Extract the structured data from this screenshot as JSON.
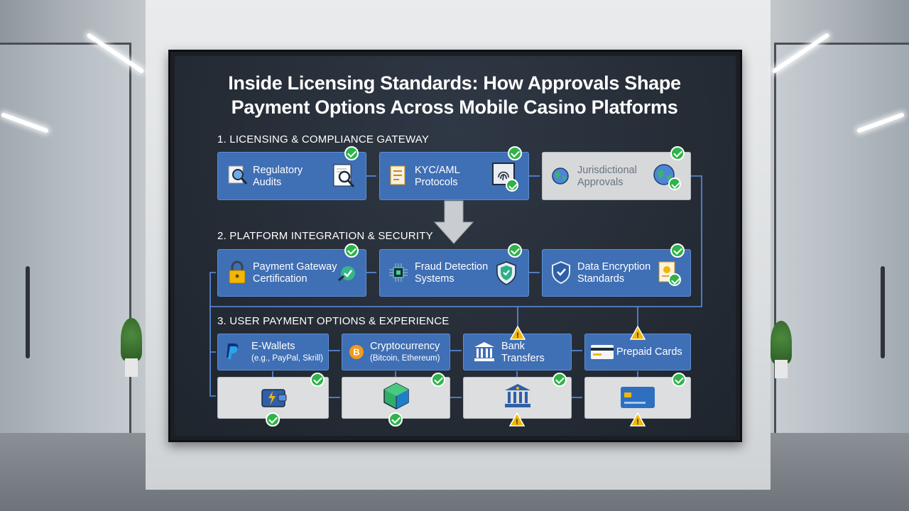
{
  "title": {
    "line1": "Inside Licensing Standards: How Approvals Shape",
    "line2": "Payment Options Across Mobile Casino Platforms"
  },
  "sections": [
    {
      "heading": "1. LICENSING & COMPLIANCE GATEWAY",
      "items": [
        {
          "label_1": "Regulatory",
          "label_2": "Audits",
          "status": "approved",
          "icon": "magnifier-document-icon"
        },
        {
          "label_1": "KYC/AML",
          "label_2": "Protocols",
          "status": "approved",
          "icon": "fingerprint-icon"
        },
        {
          "label_1": "Jurisdictional",
          "label_2": "Approvals",
          "status": "approved",
          "icon": "globe-icon"
        }
      ]
    },
    {
      "heading": "2. PLATFORM INTEGRATION & SECURITY",
      "items": [
        {
          "label_1": "Payment Gateway",
          "label_2": "Certification",
          "status": "approved",
          "icon": "lock-icon"
        },
        {
          "label_1": "Fraud Detection",
          "label_2": "Systems",
          "status": "approved",
          "icon": "shield-icon"
        },
        {
          "label_1": "Data Encryption",
          "label_2": "Standards",
          "status": "approved",
          "icon": "shield-check-icon"
        }
      ]
    },
    {
      "heading": "3. USER PAYMENT OPTIONS & EXPERIENCE",
      "items": [
        {
          "label_1": "E-Wallets",
          "label_2": "(e.g., PayPal, Skrill)",
          "status": "approved",
          "icon": "paypal-icon",
          "tile_icon": "wallet-icon"
        },
        {
          "label_1": "Cryptocurrency",
          "label_2": "(Bitcoin, Ethereum)",
          "status": "approved",
          "icon": "bitcoin-icon",
          "tile_icon": "blockchain-cube-icon"
        },
        {
          "label_1": "Bank",
          "label_2": "Transfers",
          "status": "warning",
          "icon": "bank-icon",
          "tile_icon": "bank-icon"
        },
        {
          "label_1": "Prepaid Cards",
          "label_2": "",
          "status": "warning",
          "icon": "card-icon",
          "tile_icon": "card-icon"
        }
      ]
    }
  ],
  "colors": {
    "card_blue": "#3f6fb5",
    "approved_green": "#2fb34a",
    "warning_yellow": "#f2b705",
    "connector_blue": "#5a8fe0"
  }
}
